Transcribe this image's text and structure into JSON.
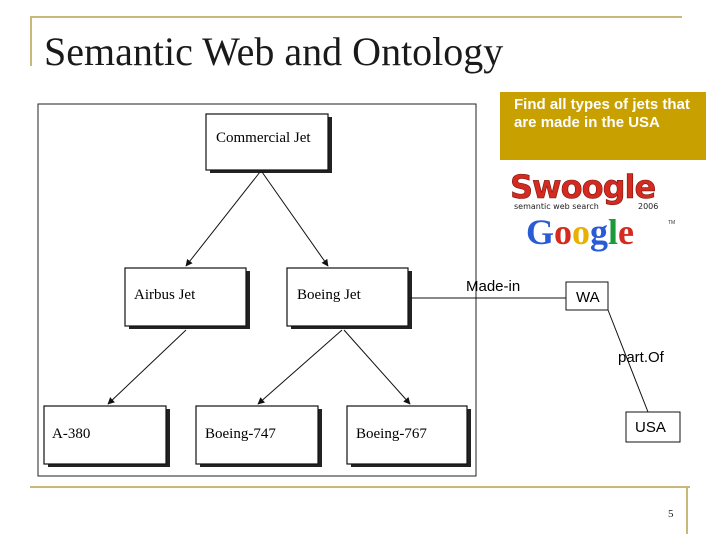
{
  "slide": {
    "title": "Semantic Web and Ontology",
    "page_number": "5"
  },
  "callout": {
    "text": "Find all types of jets that are made in the USA",
    "color": "#c8a000"
  },
  "logos": {
    "swoogle": {
      "word": "Swoogle",
      "tagline": "semantic web search",
      "year": "2006",
      "icon": "swoogle-logo"
    },
    "google": {
      "word": "Google",
      "tm": "TM",
      "icon": "google-logo"
    }
  },
  "hierarchy": {
    "root": "Commercial Jet",
    "level2": [
      "Airbus Jet",
      "Boeing Jet"
    ],
    "level3": [
      "A-380",
      "Boeing-747",
      "Boeing-767"
    ]
  },
  "ontology": {
    "relation_made_in": "Made-in",
    "wa_node": "WA",
    "relation_part_of": "part.Of",
    "usa_node": "USA"
  }
}
